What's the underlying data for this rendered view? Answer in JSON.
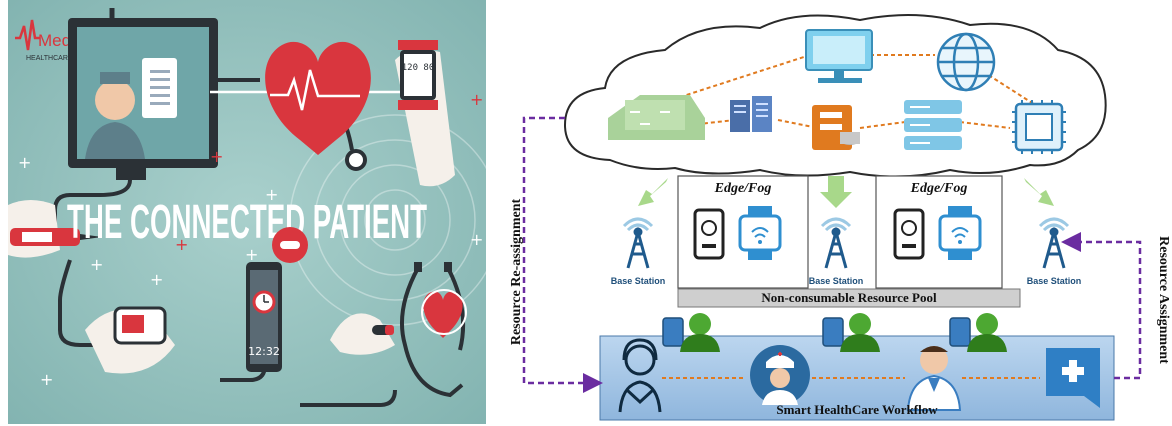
{
  "left_panel": {
    "brand_name": "MedTel",
    "brand_sub": "HEALTHCARE",
    "headline": "THE CONNECTED PATIENT",
    "watch_time": "120 80",
    "phone_time": "12:32",
    "colors": {
      "background": "#8fbdbb",
      "heart": "#d9363e",
      "dark": "#2b3136",
      "accent": "#d9363e"
    }
  },
  "right_panel": {
    "edge_fog_label_1": "Edge/Fog",
    "edge_fog_label_2": "Edge/Fog",
    "base_station_labels": [
      "Base Station",
      "Base Station",
      "Base Station"
    ],
    "resource_pool_label": "Non-consumable Resource Pool",
    "workflow_label": "Smart HealthCare Workflow",
    "left_side_label": "Resource Re-assignment",
    "right_side_label": "Resource Assignment",
    "colors": {
      "link": "#e07a1f",
      "dashed_arrow": "#6a2ca0",
      "tower": "#1f5a8c",
      "workflow_bg": "#a8c8e8",
      "pool_bg": "#cfcfcf"
    },
    "icons": [
      "monitor-icon",
      "globe-icon",
      "cloud-server-icon",
      "server-rack-icon",
      "database-server-icon",
      "server-list-icon",
      "cpu-chip-icon",
      "phone-icon",
      "smartwatch-icon",
      "tower-icon",
      "patient-avatar-icon",
      "doctor-icon",
      "nurse-icon",
      "support-agent-icon",
      "medical-cross-icon"
    ]
  }
}
